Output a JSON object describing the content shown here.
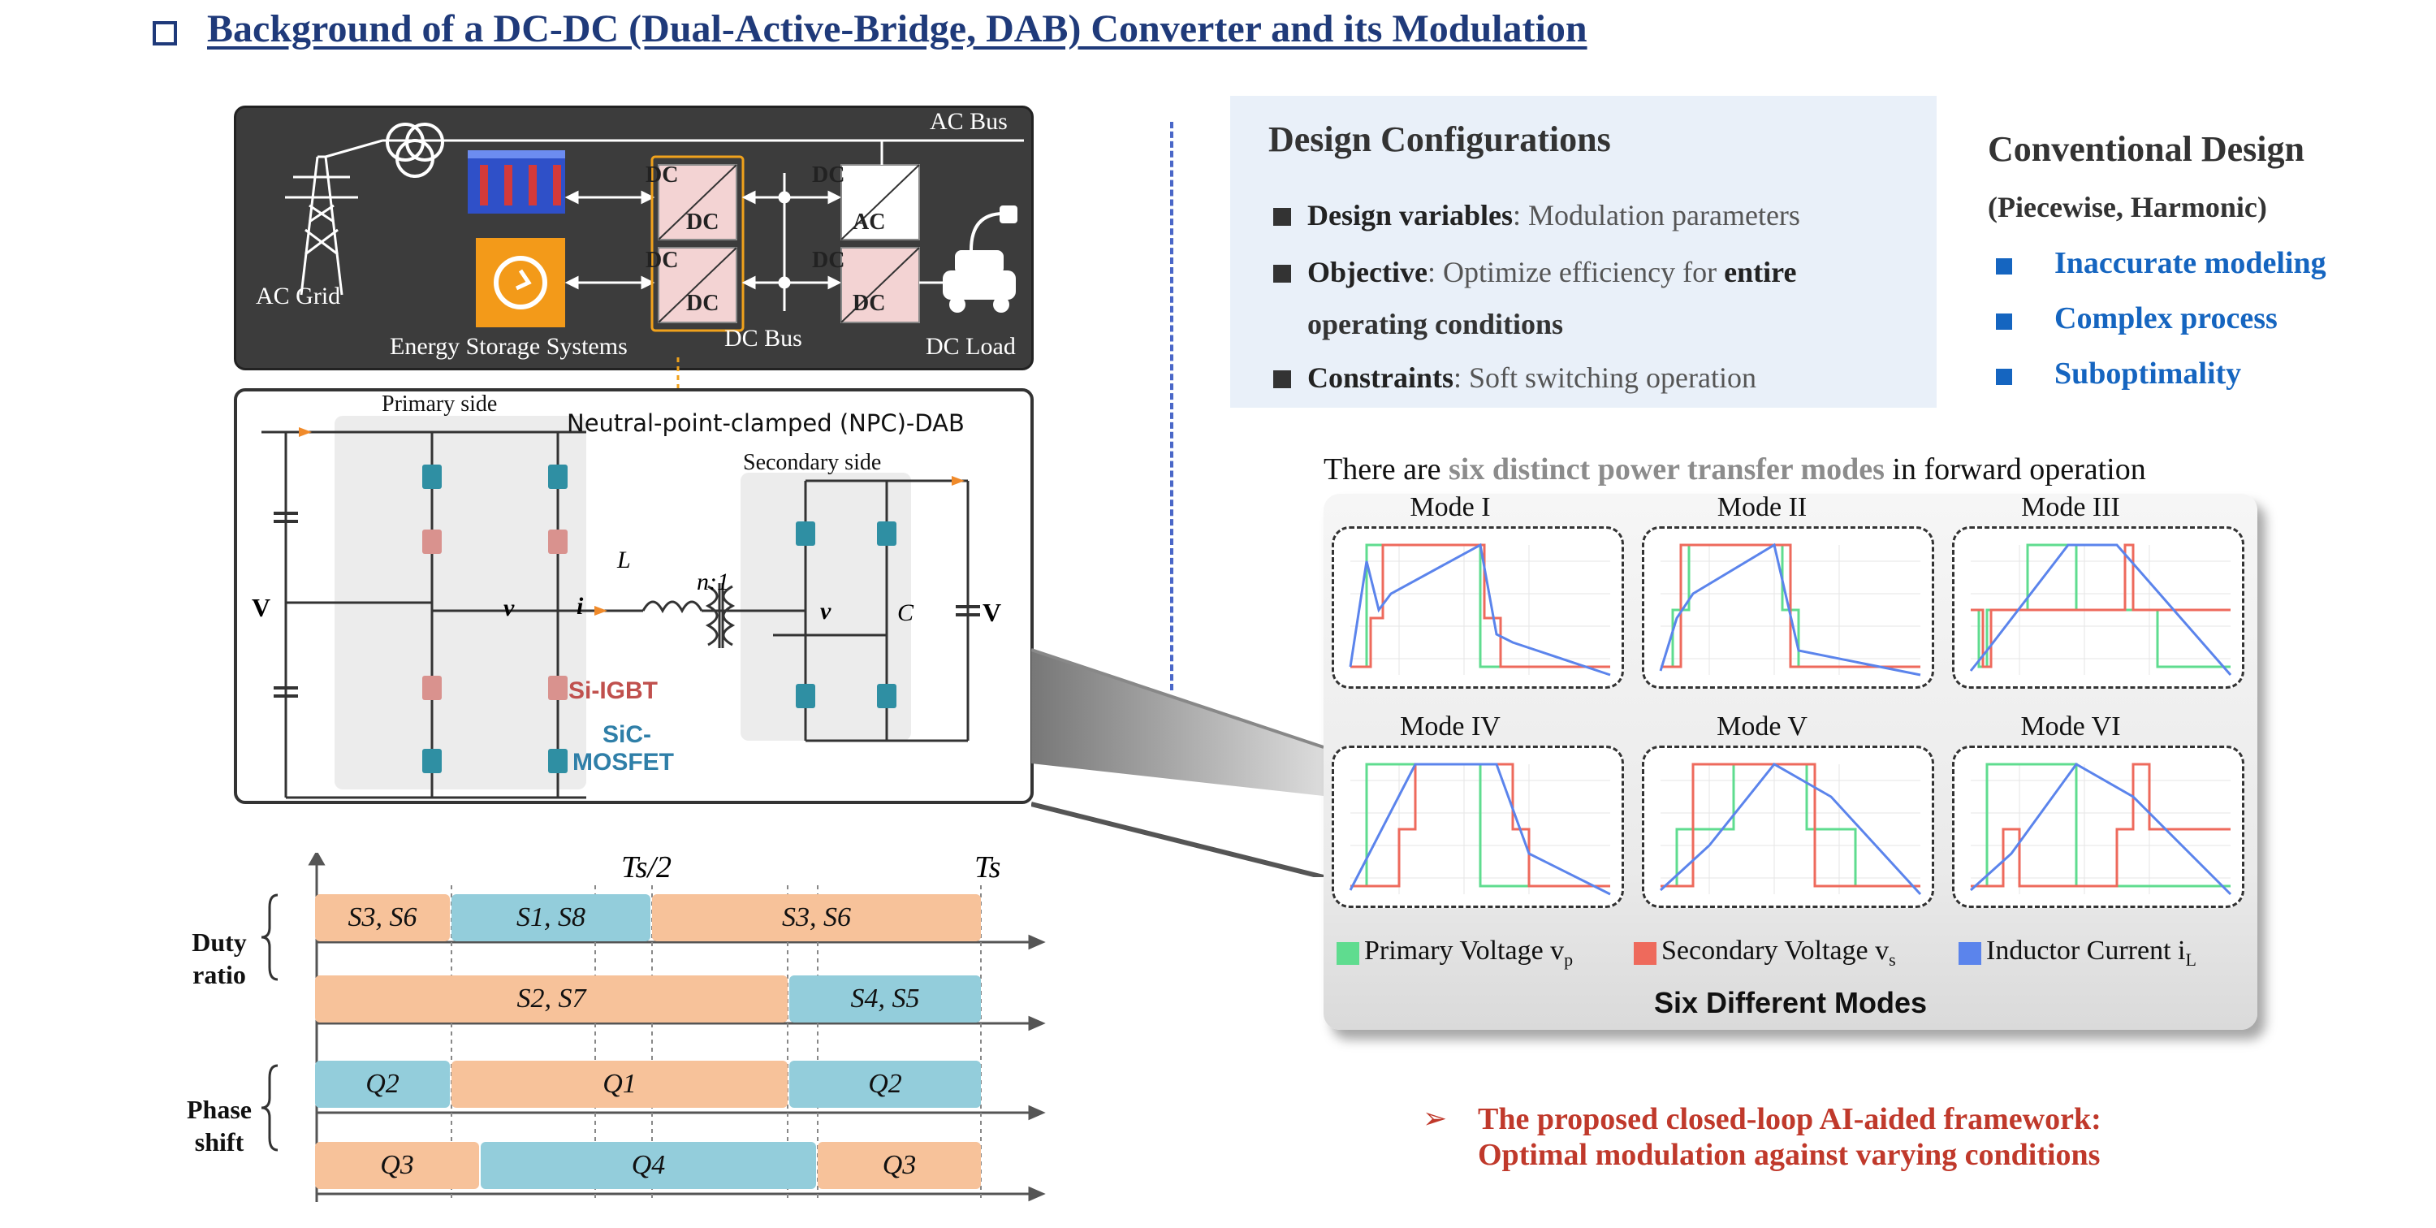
{
  "title": "Background of a DC-DC (Dual-Active-Bridge, DAB) Converter and its Modulation",
  "system": {
    "ac_bus": "AC Bus",
    "ac_grid": "AC Grid",
    "ess": "Energy Storage Systems",
    "dc_bus": "DC Bus",
    "dc_load": "DC Load",
    "dc": "DC",
    "ac": "AC"
  },
  "circuit": {
    "primary_side": "Primary side",
    "secondary_side": "Secondary side",
    "npc_title": "Neutral-point-clamped (NPC)-DAB",
    "si_igbt": "Si-IGBT",
    "sic": "SiC-",
    "mosfet": "MOSFET",
    "v1": "V",
    "v2": "V",
    "lk": "L",
    "ratio": "n:1",
    "il": "i",
    "vp": "v",
    "vs": "v",
    "c2": "C"
  },
  "timing": {
    "half_period": "Ts/2",
    "period": "Ts",
    "duty_ratio": [
      "Duty",
      "ratio"
    ],
    "phase_shift": [
      "Phase",
      "shift"
    ],
    "bars": {
      "d1a": "S3, S6",
      "d1b": "S1, S8",
      "d1c": "S3, S6",
      "d2a": "S2, S7",
      "d2b": "S4, S5",
      "p1a": "Q2",
      "p1b": "Q1",
      "p1c": "Q2",
      "p2a": "Q3",
      "p2b": "Q4",
      "p2c": "Q3"
    }
  },
  "config": {
    "title": "Design Configurations",
    "items": [
      {
        "key": "Design variables",
        "text": ": Modulation parameters"
      },
      {
        "key": "Objective",
        "text": ": Optimize efficiency for ",
        "bold_tail": "entire",
        "line2": "operating conditions"
      },
      {
        "key": "Constraints",
        "text": ": Soft switching operation"
      }
    ]
  },
  "conventional": {
    "title": "Conventional Design",
    "subtitle": "(Piecewise, Harmonic)",
    "items": [
      "Inaccurate modeling",
      "Complex process",
      "Suboptimality"
    ]
  },
  "modes": {
    "caption_pre": "There are ",
    "caption_hl": "six distinct power transfer modes",
    "caption_post": " in forward operation",
    "labels": [
      "Mode I",
      "Mode II",
      "Mode III",
      "Mode IV",
      "Mode V",
      "Mode VI"
    ],
    "legend": [
      {
        "label": "Primary Voltage v",
        "sub": "p",
        "color": "#5fdc8f"
      },
      {
        "label": "Secondary Voltage v",
        "sub": "s",
        "color": "#ee6a5c"
      },
      {
        "label": "Inductor Current i",
        "sub": "L",
        "color": "#5b84ec"
      }
    ],
    "panel_title": "Six Different Modes"
  },
  "proposed": {
    "arrow": "➢",
    "line1": "The proposed closed-loop AI-aided framework:",
    "line2": "Optimal modulation against varying conditions"
  },
  "colors": {
    "title": "#1f3a7a",
    "accent_blue": "#1565c0",
    "accent_red": "#c0392b",
    "orange_bar": "#f7c29a",
    "blue_bar": "#93cddb"
  }
}
